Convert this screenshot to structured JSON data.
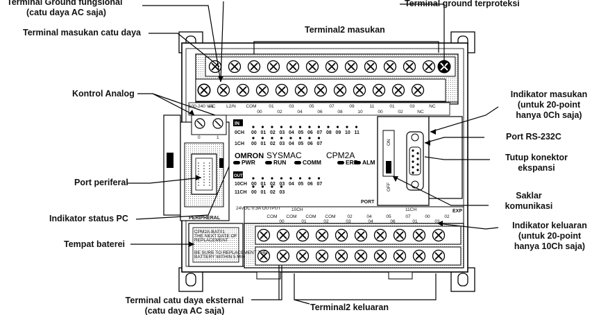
{
  "callouts": {
    "terminal_ground_fungsional": [
      "Terminal Ground fungsional",
      "(catu daya AC saja)"
    ],
    "terminal_ground_terproteksi": "Terminal ground terproteksi",
    "terminal_masukan_catu_daya": "Terminal masukan catu daya",
    "terminal2_masukan": "Terminal2 masukan",
    "kontrol_analog": "Kontrol Analog",
    "indikator_masukan": [
      "Indikator masukan",
      "(untuk 20-point",
      "hanya 0Ch saja)"
    ],
    "port_rs232c": "Port RS-232C",
    "tutup_konektor": [
      "Tutup konektor",
      "ekspansi"
    ],
    "port_periferal": "Port periferal",
    "saklar_komunikasi": [
      "Saklar",
      "komunikasi"
    ],
    "indikator_status_pc": "Indikator status PC",
    "indikator_keluaran": [
      "Indikator keluaran",
      "(untuk 20-point",
      "hanya 10Ch saja)"
    ],
    "tempat_baterei": "Tempat baterei",
    "terminal_catu_daya_eksternal": [
      "Terminal catu daya eksternal",
      "(catu daya AC saja)"
    ],
    "terminal2_keluaran": "Terminal2 keluaran"
  },
  "device": {
    "brand": "OMRON",
    "model_series": "SYSMAC",
    "model": "CPM2A",
    "power_rating": "100-240 VAC",
    "output_supply": "24VDC 0.3A OUTPUT",
    "peripheral_label": "PERIPHERAL",
    "port_label": "PORT",
    "exp_label": "EXP",
    "switch_on": "ON",
    "switch_off": "OFF",
    "pot_labels": [
      "0",
      "1"
    ],
    "in_label": "IN",
    "out_label": "OUT",
    "ch_0": "0CH",
    "ch_1": "1CH",
    "ch_10": "10CH",
    "ch_11": "11CH",
    "row0_numbers": [
      "00",
      "01",
      "02",
      "03",
      "04",
      "05",
      "06",
      "07",
      "08",
      "09",
      "10",
      "11"
    ],
    "row1_numbers": [
      "00",
      "01",
      "02",
      "03",
      "04",
      "05",
      "06",
      "07"
    ],
    "row10_numbers": [
      "00",
      "01",
      "02",
      "03",
      "04",
      "05",
      "06",
      "07"
    ],
    "row11_numbers": [
      "00",
      "01",
      "02",
      "03"
    ],
    "status_leds": [
      "PWR",
      "RUN",
      "COMM",
      "ERR",
      "ALM"
    ],
    "input_strip_top": [
      "L1",
      "L2/N",
      "COM",
      "01",
      "03",
      "05",
      "07",
      "09",
      "11",
      "01",
      "03",
      "NC"
    ],
    "input_strip_bottom": [
      "00",
      "02",
      "04",
      "06",
      "08",
      "10",
      "00",
      "02",
      "NC"
    ],
    "output_strip_top": [
      "COM",
      "COM",
      "COM",
      "COM",
      "02",
      "04",
      "05",
      "07",
      "00",
      "02"
    ],
    "output_strip_bottom": [
      "00",
      "01",
      "02",
      "03",
      "04",
      "06",
      "01",
      "03"
    ],
    "battery_text": [
      "CPM2A-BAT01",
      "THE NEXT DATE OF",
      "REPLACEMENT"
    ],
    "battery_warn": [
      "BE SURE TO REPLACEMENT THE",
      "BATTERY WITHIN 5 MIN"
    ]
  },
  "colors": {
    "line": "#000000",
    "screw_fill": "#ffffff",
    "panel": "#f2f2f2"
  }
}
